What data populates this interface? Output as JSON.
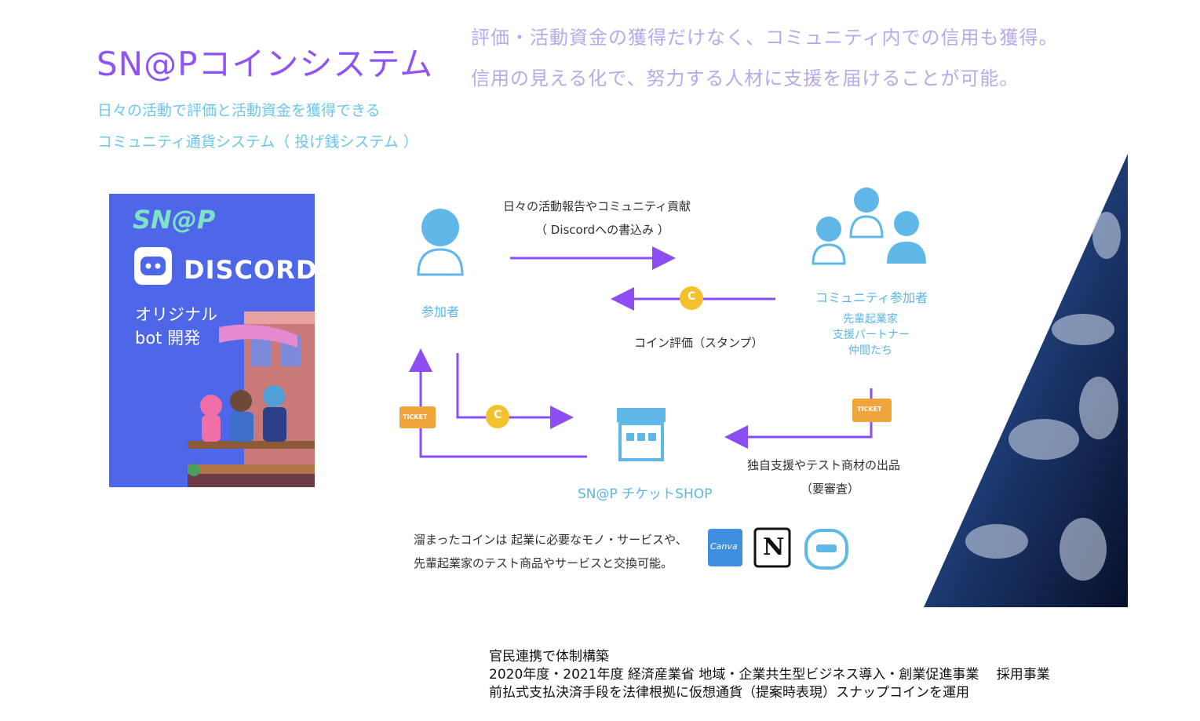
{
  "header": {
    "title": "SN@Pコインシステム",
    "headline_1": "評価・活動資金の獲得だけなく、コミュニティ内での信用も獲得。",
    "headline_2": "信用の見える化で、努力する人材に支援を届けることが可能。",
    "subtitle_1": "日々の活動で評価と活動資金を獲得できる",
    "subtitle_2": "コミュニティ通貨システム（ 投げ銭システム ）"
  },
  "card": {
    "logo": "SN@P",
    "discord": "DISCORD",
    "original": "オリジナル",
    "bot_dev": "bot 開発"
  },
  "diagram": {
    "flow_top_1": "日々の活動報告やコミュニティ貢献",
    "flow_top_2": "（ Discordへの書込み ）",
    "participant_label": "参加者",
    "community_label": "コミュニティ参加者",
    "community_sub_1": "先輩起業家",
    "community_sub_2": "支援パートナー",
    "community_sub_3": "仲間たち",
    "coin_eval": "コイン評価（スタンプ）",
    "coin_symbol": "C",
    "shop_label": "SN@P チケットSHOP",
    "product_1": "独自支援やテスト商材の出品",
    "product_2": "（要審査）",
    "ticket_text": "TICKET",
    "note_1": "溜まったコインは 起業に必要なモノ・サービスや、",
    "note_2": "先輩起業家のテスト商品やサービスと交換可能。",
    "canva": "Canva",
    "notion": "N"
  },
  "footer": {
    "line_1": "官民連携で体制構築",
    "line_2": "2020年度・2021年度 経済産業省 地域・企業共生型ビジネス導入・創業促進事業　 採用事業",
    "line_3": "前払式支払決済手段を法律根拠に仮想通貨（提案時表現）スナップコインを運用"
  },
  "colors": {
    "purple": "#8f55f2",
    "arrow": "#8c4df2",
    "cyan": "#5bb6e6",
    "discord_blue": "#4e66e8",
    "coin": "#f3c02e",
    "ticket": "#f0a43c"
  }
}
